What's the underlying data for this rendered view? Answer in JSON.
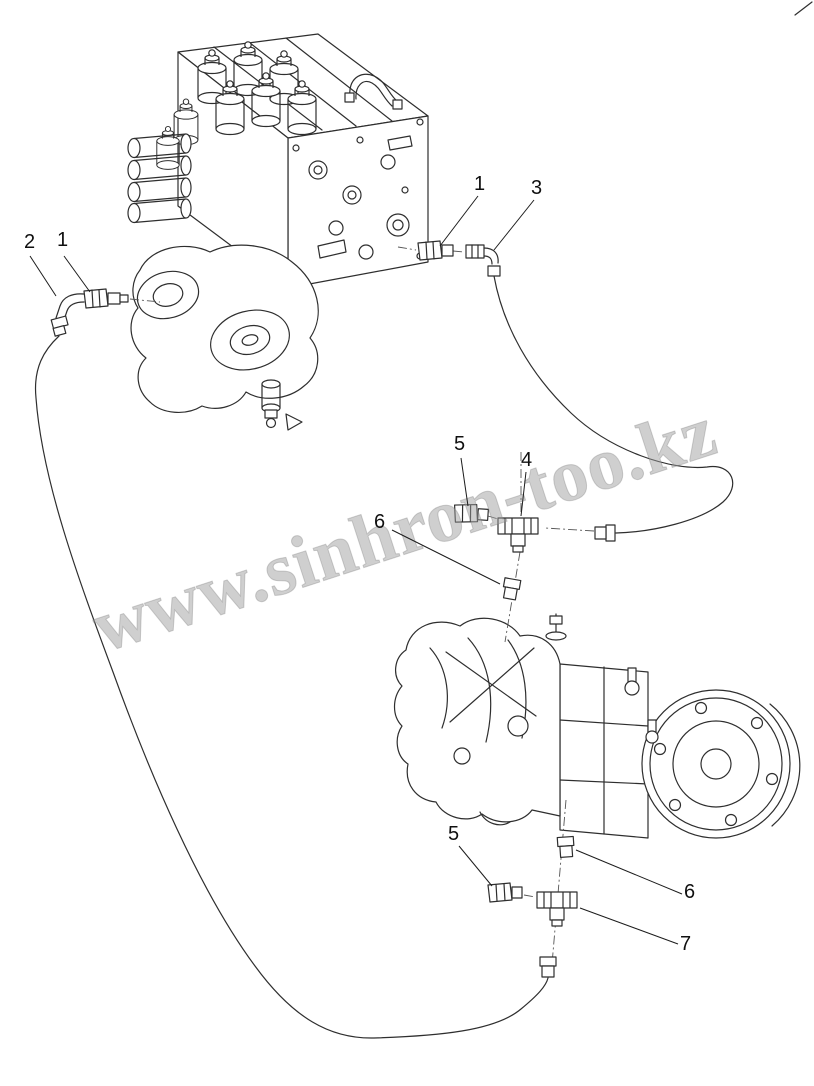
{
  "watermark": {
    "text": "www.sinhron-too.kz"
  },
  "callouts": [
    {
      "label": "2",
      "part": "elbow-fitting-left"
    },
    {
      "label": "1",
      "part": "connector-fitting-left"
    },
    {
      "label": "1",
      "part": "connector-fitting-right"
    },
    {
      "label": "3",
      "part": "hose-elbow-right"
    },
    {
      "label": "5",
      "part": "connector-fitting-mid"
    },
    {
      "label": "4",
      "part": "tee-fitting-mid"
    },
    {
      "label": "6",
      "part": "sleeve-fitting-mid"
    },
    {
      "label": "5",
      "part": "elbow-fitting-bottom"
    },
    {
      "label": "6",
      "part": "sleeve-fitting-bottom"
    },
    {
      "label": "7",
      "part": "tee-fitting-bottom"
    }
  ],
  "colors": {
    "background": "#ffffff",
    "line": "#2e2e2e",
    "callout_text": "#101010",
    "watermark": "#9a9a9a"
  }
}
